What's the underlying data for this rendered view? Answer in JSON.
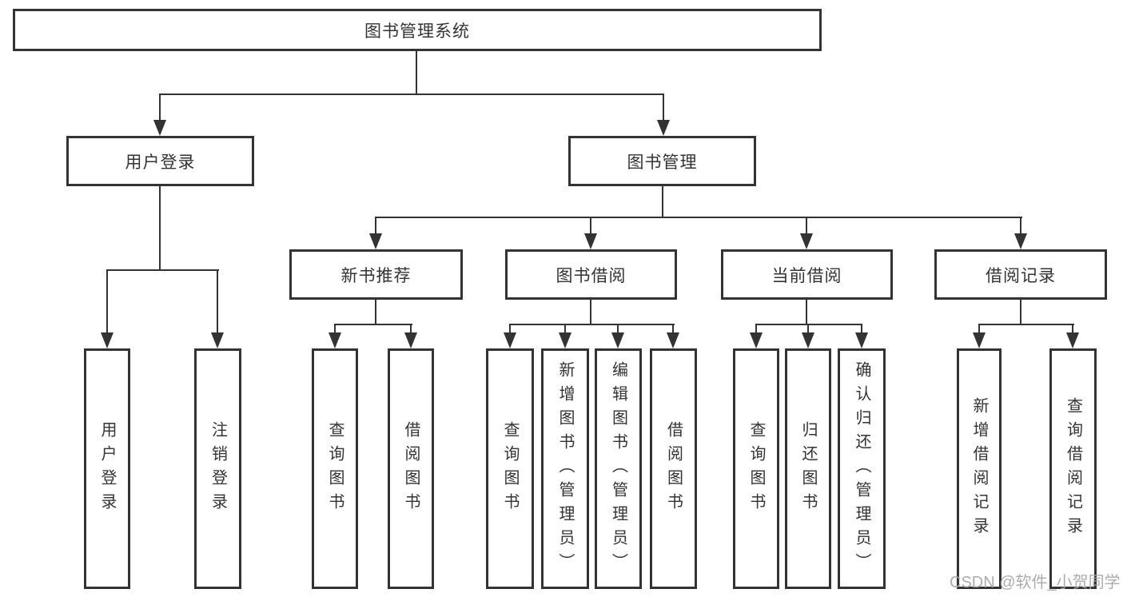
{
  "tree": {
    "root": "图书管理系统",
    "children": [
      {
        "label": "用户登录",
        "children": [
          "用户登录",
          "注销登录"
        ]
      },
      {
        "label": "图书管理",
        "children": [
          {
            "label": "新书推荐",
            "children": [
              "查询图书",
              "借阅图书"
            ]
          },
          {
            "label": "图书借阅",
            "children": [
              "查询图书",
              "新增图书（管理员）",
              "编辑图书（管理员）",
              "借阅图书"
            ]
          },
          {
            "label": "当前借阅",
            "children": [
              "查询图书",
              "归还图书",
              "确认归还（管理员）"
            ]
          },
          {
            "label": "借阅记录",
            "children": [
              "新增借阅记录",
              "查询借阅记录"
            ]
          }
        ]
      }
    ]
  },
  "watermark": {
    "text": "CSDN @软件_小贺同学"
  },
  "colors": {
    "line": "#333333",
    "box_background": "#ffffff",
    "watermark": "#a8a8a8"
  }
}
